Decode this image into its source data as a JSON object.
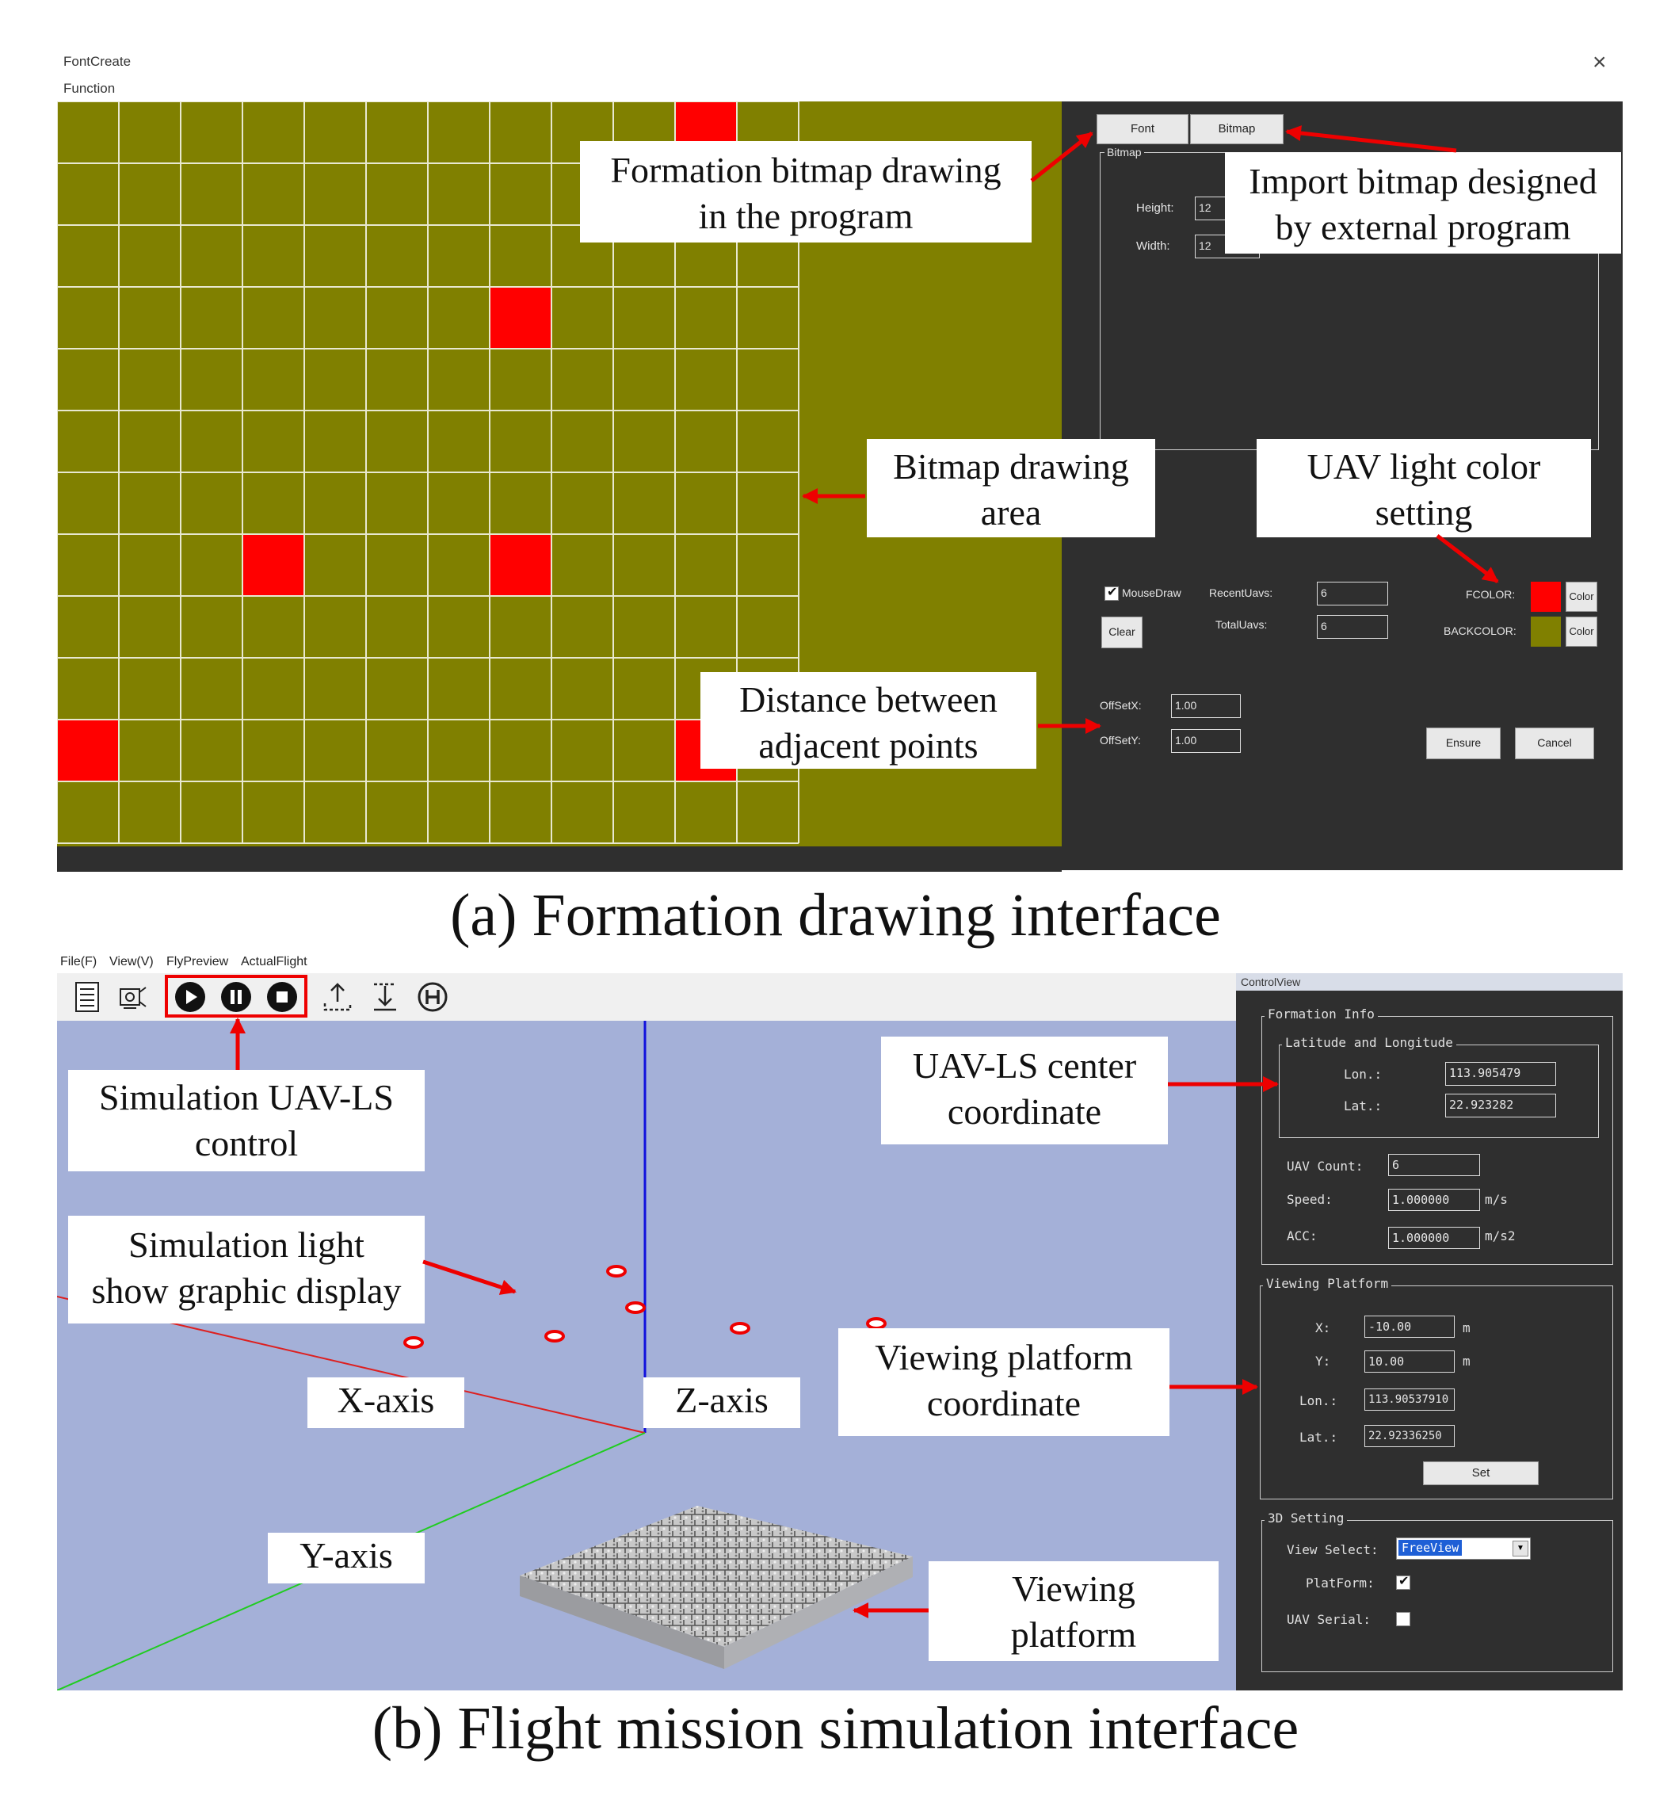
{
  "panelA": {
    "window_title": "FontCreate",
    "menu": "Function",
    "close_glyph": "×",
    "grid": {
      "cols": 12,
      "rows": 12,
      "background": "#808000",
      "cell_on": "#ff0000",
      "red_cells": [
        [
          10,
          0
        ],
        [
          7,
          3
        ],
        [
          3,
          7
        ],
        [
          7,
          7
        ],
        [
          0,
          10
        ],
        [
          10,
          10
        ]
      ]
    },
    "tabs": {
      "font": "Font",
      "bitmap": "Bitmap"
    },
    "bitmap_group": "Bitmap",
    "height_label": "Height:",
    "height_value": "12",
    "width_label": "Width:",
    "width_value": "12",
    "mouse_draw": "MouseDraw",
    "recent_label": "RecentUavs:",
    "recent_value": "6",
    "total_label": "TotalUavs:",
    "total_value": "6",
    "clear": "Clear",
    "fcolor_label": "FCOLOR:",
    "backcolor_label": "BACKCOLOR:",
    "fcolor": "#ff0000",
    "backcolor": "#808000",
    "color_button": "Color",
    "offsetx_label": "OffSetX:",
    "offsetx_value": "1.00",
    "offsety_label": "OffSetY:",
    "offsety_value": "1.00",
    "ensure": "Ensure",
    "cancel": "Cancel",
    "callouts": {
      "formation_line1": "Formation bitmap drawing",
      "formation_line2": "in the program",
      "import_line1": "Import bitmap designed",
      "import_line2": "by external program",
      "area_line1": "Bitmap drawing",
      "area_line2": "area",
      "color_line1": "UAV light color",
      "color_line2": "setting",
      "distance_line1": "Distance between",
      "distance_line2": "adjacent points"
    },
    "caption": "(a) Formation drawing interface"
  },
  "panelB": {
    "menu": {
      "file": "File(F)",
      "view": "View(V)",
      "preview": "FlyPreview",
      "actual": "ActualFlight"
    },
    "toolbar_icons": [
      "document-icon",
      "camera-icon",
      "play-icon",
      "pause-icon",
      "stop-icon",
      "upload-icon",
      "download-icon",
      "home-icon"
    ],
    "control_title": "ControlView",
    "formation_group": "Formation Info",
    "latlon_group": "Latitude and Longitude",
    "lon_label": "Lon.:",
    "lon_value": "113.905479",
    "lat_label": "Lat.:",
    "lat_value": "22.923282",
    "count_label": "UAV Count:",
    "count_value": "6",
    "speed_label": "Speed:",
    "speed_value": "1.000000",
    "speed_unit": "m/s",
    "acc_label": "ACC:",
    "acc_value": "1.000000",
    "acc_unit": "m/s2",
    "platform_group": "Viewing Platform",
    "x_label": "X:",
    "x_value": "-10.00",
    "x_unit": "m",
    "y_label": "Y:",
    "y_value": "10.00",
    "y_unit": "m",
    "plon_label": "Lon.:",
    "plon_value": "113.90537910",
    "plat_label": "Lat.:",
    "plat_value": "22.92336250",
    "set": "Set",
    "setting_group": "3D Setting",
    "view_select_label": "View Select:",
    "view_select_value": "FreeView",
    "platform_label": "PlatForm:",
    "serial_label": "UAV Serial:",
    "callouts": {
      "sim_line1": "Simulation UAV-LS",
      "sim_line2": "control",
      "light_line1": "Simulation light",
      "light_line2": "show graphic display",
      "center_line1": "UAV-LS center",
      "center_line2": "coordinate",
      "xaxis": "X-axis",
      "zaxis": "Z-axis",
      "yaxis": "Y-axis",
      "vp_line1": "Viewing platform",
      "vp_line2": "coordinate",
      "platform_line1": "Viewing",
      "platform_line2": "platform"
    },
    "caption": "(b) Flight mission simulation interface"
  }
}
